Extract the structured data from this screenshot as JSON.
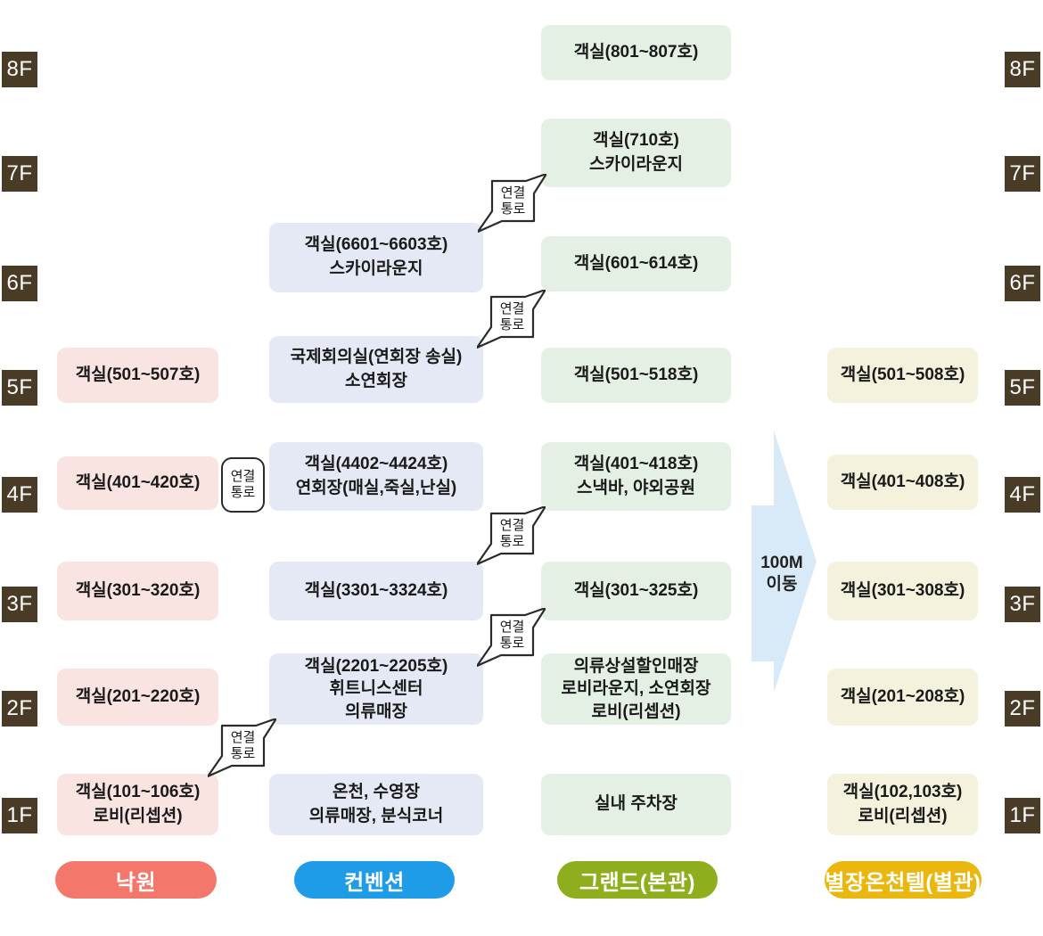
{
  "colors": {
    "background": "#ffffff",
    "floor_label_bg": "#4a3b27",
    "floor_label_text": "#ffffff",
    "nakwon_box": "#f9e4e2",
    "convention_box": "#e4e9f5",
    "grand_box": "#e4f0e4",
    "byeoljang_box": "#f4f1dc",
    "nakwon_pill": "#f3776a",
    "convention_pill": "#1f9ce8",
    "grand_pill": "#8fae1e",
    "byeoljang_pill": "#e9b70d",
    "arrow_fill": "#d8eaf8",
    "connector_border": "#2b2b2b",
    "box_text": "#1a1a1a"
  },
  "floor_labels": {
    "left": [
      "8F",
      "7F",
      "6F",
      "5F",
      "4F",
      "3F",
      "2F",
      "1F"
    ],
    "right": [
      "8F",
      "7F",
      "6F",
      "5F",
      "4F",
      "3F",
      "2F",
      "1F"
    ]
  },
  "buildings": [
    {
      "name": "낙원",
      "boxes": [
        {
          "floor": "5F",
          "lines": [
            "객실(501~507호)"
          ]
        },
        {
          "floor": "4F",
          "lines": [
            "객실(401~420호)"
          ]
        },
        {
          "floor": "3F",
          "lines": [
            "객실(301~320호)"
          ]
        },
        {
          "floor": "2F",
          "lines": [
            "객실(201~220호)"
          ]
        },
        {
          "floor": "1F",
          "lines": [
            "객실(101~106호)",
            "로비(리셉션)"
          ]
        }
      ]
    },
    {
      "name": "컨벤션",
      "boxes": [
        {
          "floor": "6F",
          "lines": [
            "객실(6601~6603호)",
            "스카이라운지"
          ]
        },
        {
          "floor": "5F",
          "lines": [
            "국제회의실(연회장 송실)",
            "소연회장"
          ]
        },
        {
          "floor": "4F",
          "lines": [
            "객실(4402~4424호)",
            "연회장(매실,죽실,난실)"
          ]
        },
        {
          "floor": "3F",
          "lines": [
            "객실(3301~3324호)"
          ]
        },
        {
          "floor": "2F",
          "lines": [
            "객실(2201~2205호)",
            "휘트니스센터",
            "의류매장"
          ]
        },
        {
          "floor": "1F",
          "lines": [
            "온천, 수영장",
            "의류매장, 분식코너"
          ]
        }
      ]
    },
    {
      "name": "그랜드(본관)",
      "boxes": [
        {
          "floor": "8F",
          "lines": [
            "객실(801~807호)"
          ]
        },
        {
          "floor": "7F",
          "lines": [
            "객실(710호)",
            "스카이라운지"
          ]
        },
        {
          "floor": "6F",
          "lines": [
            "객실(601~614호)"
          ]
        },
        {
          "floor": "5F",
          "lines": [
            "객실(501~518호)"
          ]
        },
        {
          "floor": "4F",
          "lines": [
            "객실(401~418호)",
            "스낵바, 야외공원"
          ]
        },
        {
          "floor": "3F",
          "lines": [
            "객실(301~325호)"
          ]
        },
        {
          "floor": "2F",
          "lines": [
            "의류상설할인매장",
            "로비라운지, 소연회장",
            "로비(리셉션)"
          ]
        },
        {
          "floor": "1F",
          "lines": [
            "실내 주차장"
          ]
        }
      ]
    },
    {
      "name": "별장온천텔(별관)",
      "boxes": [
        {
          "floor": "5F",
          "lines": [
            "객실(501~508호)"
          ]
        },
        {
          "floor": "4F",
          "lines": [
            "객실(401~408호)"
          ]
        },
        {
          "floor": "3F",
          "lines": [
            "객실(301~308호)"
          ]
        },
        {
          "floor": "2F",
          "lines": [
            "객실(201~208호)"
          ]
        },
        {
          "floor": "1F",
          "lines": [
            "객실(102,103호)",
            "로비(리셉션)"
          ]
        }
      ]
    }
  ],
  "connectors": [
    {
      "lines": [
        "연결",
        "통로"
      ],
      "shape": "zigzag",
      "from": "컨벤션 6F",
      "to": "그랜드 7F"
    },
    {
      "lines": [
        "연결",
        "통로"
      ],
      "shape": "zigzag",
      "from": "컨벤션 5F",
      "to": "그랜드 6F"
    },
    {
      "lines": [
        "연결",
        "통로"
      ],
      "shape": "rounded",
      "from": "낙원 4F",
      "to": "컨벤션 4F"
    },
    {
      "lines": [
        "연결",
        "통로"
      ],
      "shape": "zigzag",
      "from": "컨벤션 3F",
      "to": "그랜드 4F"
    },
    {
      "lines": [
        "연결",
        "통로"
      ],
      "shape": "zigzag",
      "from": "컨벤션 2F",
      "to": "그랜드 3F"
    },
    {
      "lines": [
        "연결",
        "통로"
      ],
      "shape": "zigzag",
      "from": "낙원 1F",
      "to": "컨벤션 2F"
    }
  ],
  "move_arrow": {
    "lines": [
      "100M",
      "이동"
    ]
  }
}
